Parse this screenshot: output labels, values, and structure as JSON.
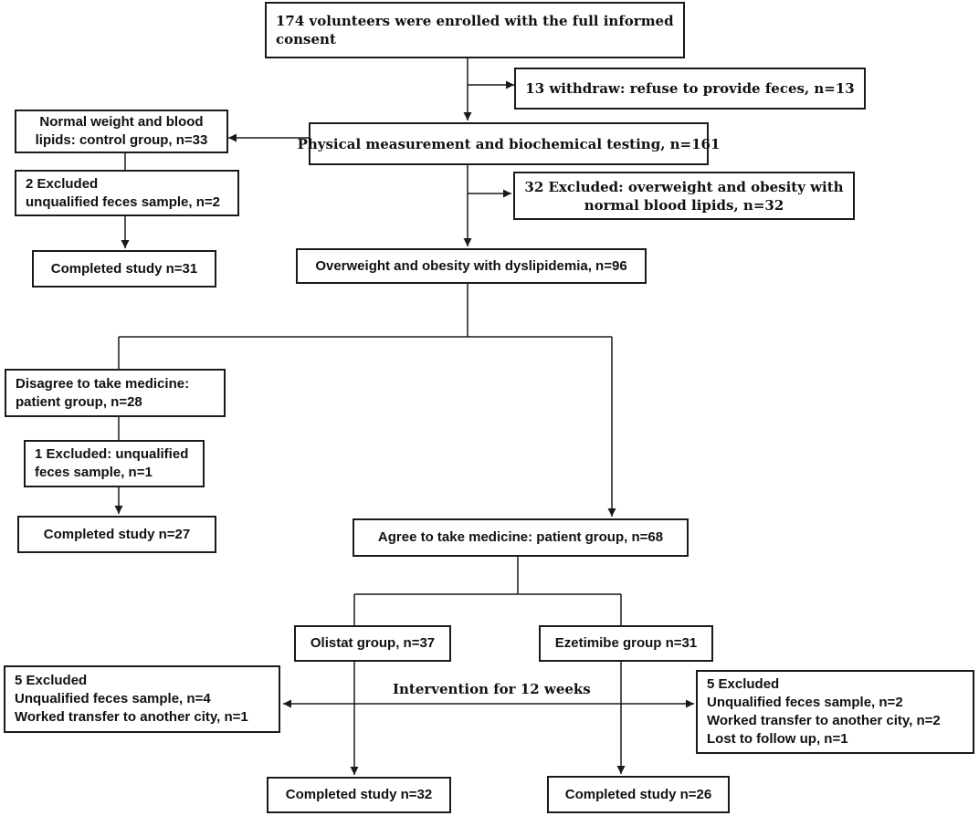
{
  "boxes": {
    "enrolled": [
      "174 volunteers were enrolled with the full informed",
      "consent"
    ],
    "withdraw": [
      "13 withdraw: refuse to provide feces, n=13"
    ],
    "control": [
      "Normal weight and blood",
      "lipids: control group, n=33"
    ],
    "physical": [
      "Physical measurement and biochemical testing, n=161"
    ],
    "control_excluded": [
      "2 Excluded",
      "unqualified feces sample, n=2"
    ],
    "excluded_32": [
      "32 Excluded:  overweight and obesity with",
      "normal blood lipids, n=32"
    ],
    "control_completed": [
      "Completed study n=31"
    ],
    "dyslipidemia": [
      "Overweight and obesity with dyslipidemia, n=96"
    ],
    "disagree": [
      "Disagree to take medicine:",
      "patient group, n=28"
    ],
    "disagree_excluded": [
      "1 Excluded: unqualified",
      "feces sample, n=1"
    ],
    "disagree_completed": [
      "Completed study n=27"
    ],
    "agree": [
      "Agree to take medicine: patient group, n=68"
    ],
    "olistat": [
      "Olistat group, n=37"
    ],
    "ezetimibe": [
      "Ezetimibe group n=31"
    ],
    "olistat_excluded": [
      "5 Excluded",
      "Unqualified feces sample, n=4",
      "Worked transfer to another city, n=1"
    ],
    "ezetimibe_excluded": [
      "5 Excluded",
      "Unqualified feces sample, n=2",
      "Worked transfer to another city, n=2",
      "Lost to follow up, n=1"
    ],
    "olistat_completed": [
      "Completed study n=32"
    ],
    "ezetimibe_completed": [
      "Completed study n=26"
    ]
  },
  "intervention_label": "Intervention for 12 weeks"
}
